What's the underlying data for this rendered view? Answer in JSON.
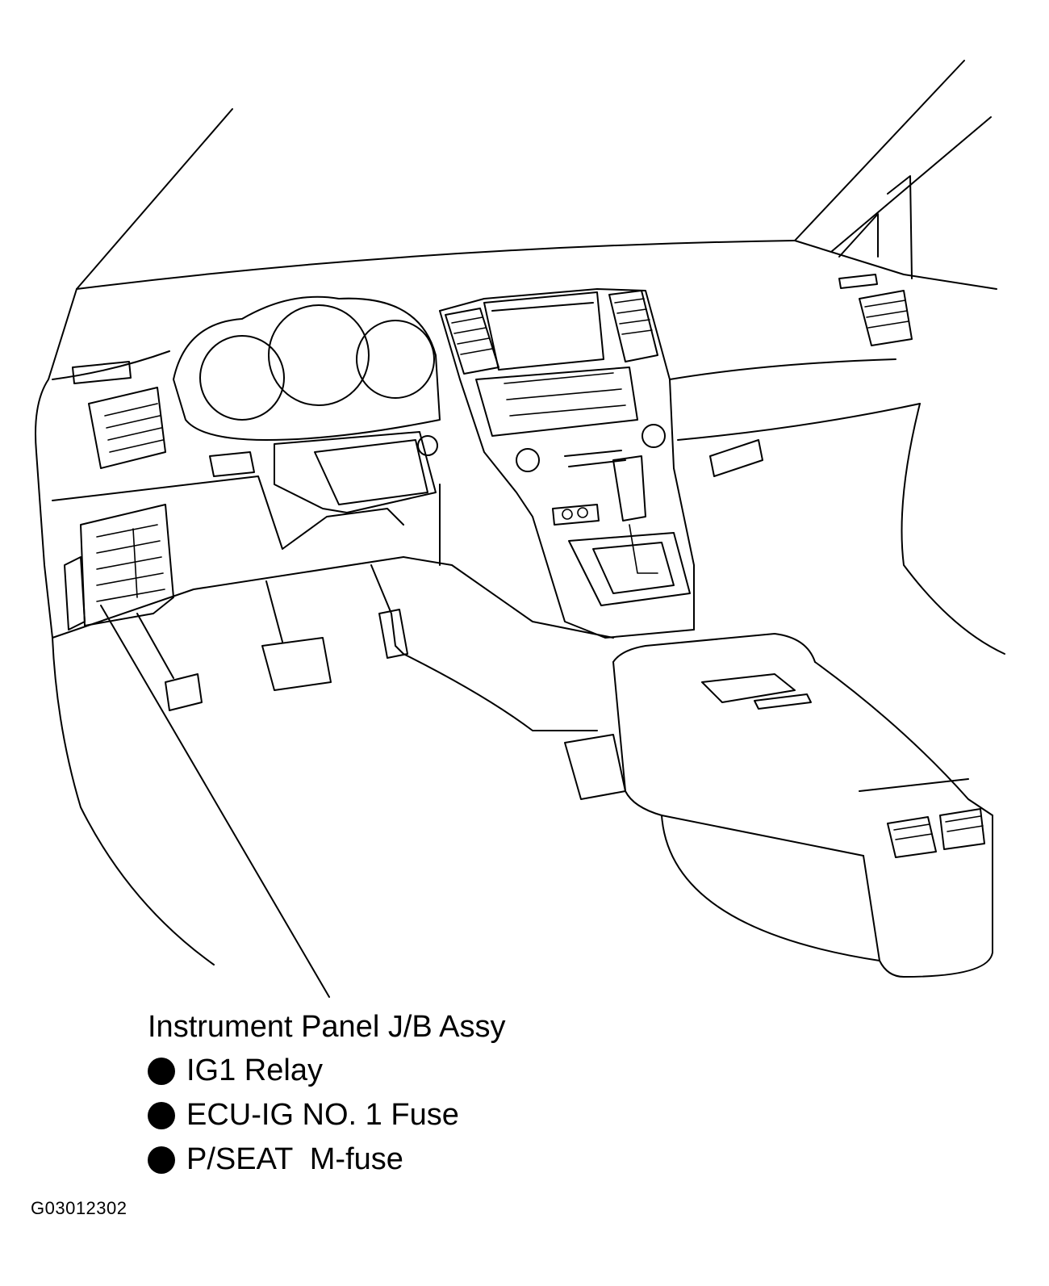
{
  "callout": {
    "title": "Instrument Panel J/B Assy",
    "items": [
      {
        "label": "IG1 Relay"
      },
      {
        "label": "ECU-IG NO. 1 Fuse"
      },
      {
        "label": "P/SEAT  M-fuse"
      }
    ]
  },
  "figure_id": "G03012302"
}
